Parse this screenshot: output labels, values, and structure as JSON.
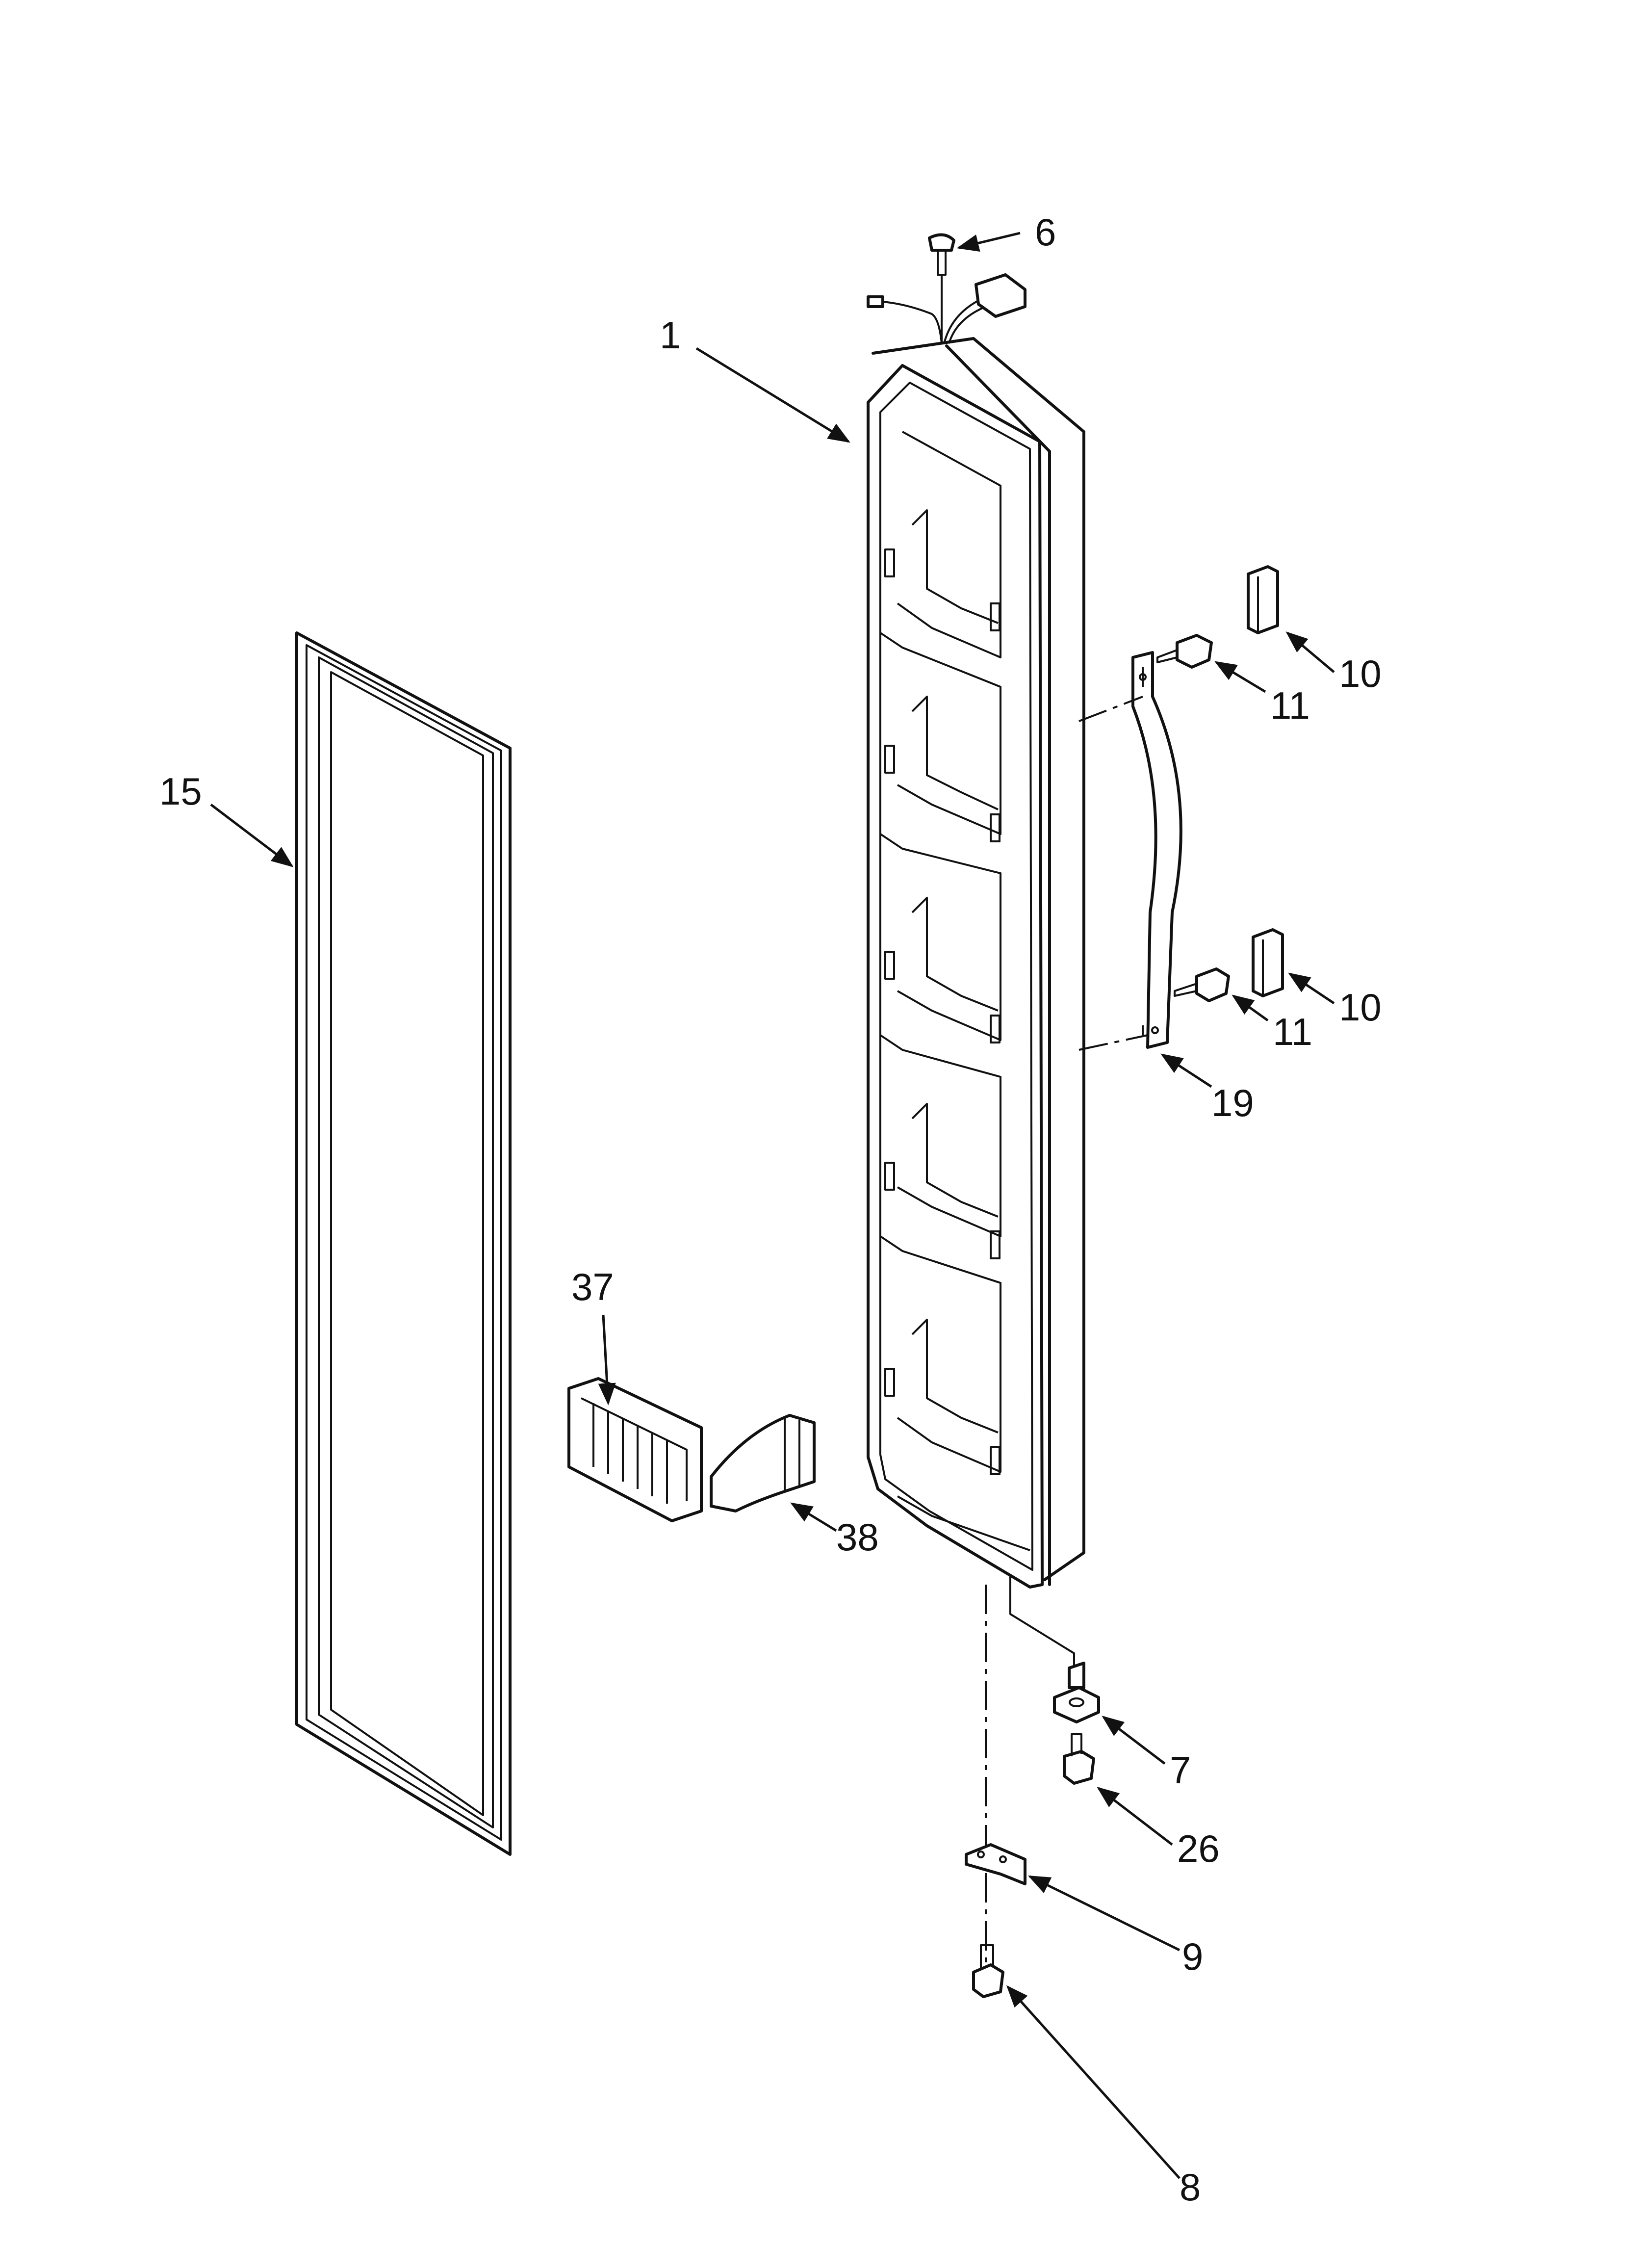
{
  "callouts": {
    "c1": "1",
    "c6": "6",
    "c10a": "10",
    "c10b": "10",
    "c11a": "11",
    "c11b": "11",
    "c15": "15",
    "c19": "19",
    "c37": "37",
    "c38": "38",
    "c7": "7",
    "c26": "26",
    "c9": "9",
    "c8": "8"
  }
}
